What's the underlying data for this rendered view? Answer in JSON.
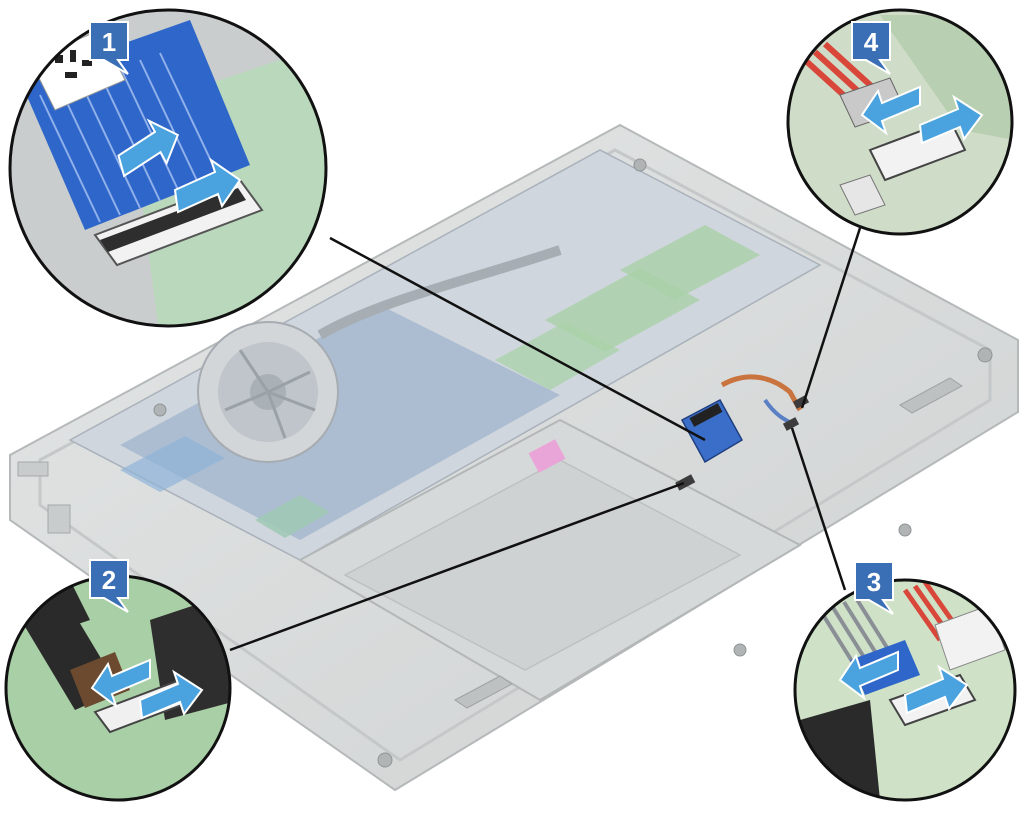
{
  "callouts": [
    {
      "number": "1"
    },
    {
      "number": "2"
    },
    {
      "number": "3"
    },
    {
      "number": "4"
    }
  ],
  "colors": {
    "badge": "#3a6fb6",
    "chassis": "#d9dcdc",
    "chassis_edge": "#b9bdbd",
    "board_blue": "#5a86b8",
    "board_green": "#9fc9a4",
    "cable_blue": "#2f66c9",
    "cable_red": "#d8473a",
    "arrow": "#4aa3df",
    "leader": "#111111"
  },
  "icons": [
    "connector-release-arrow",
    "cable-pull-arrow"
  ]
}
